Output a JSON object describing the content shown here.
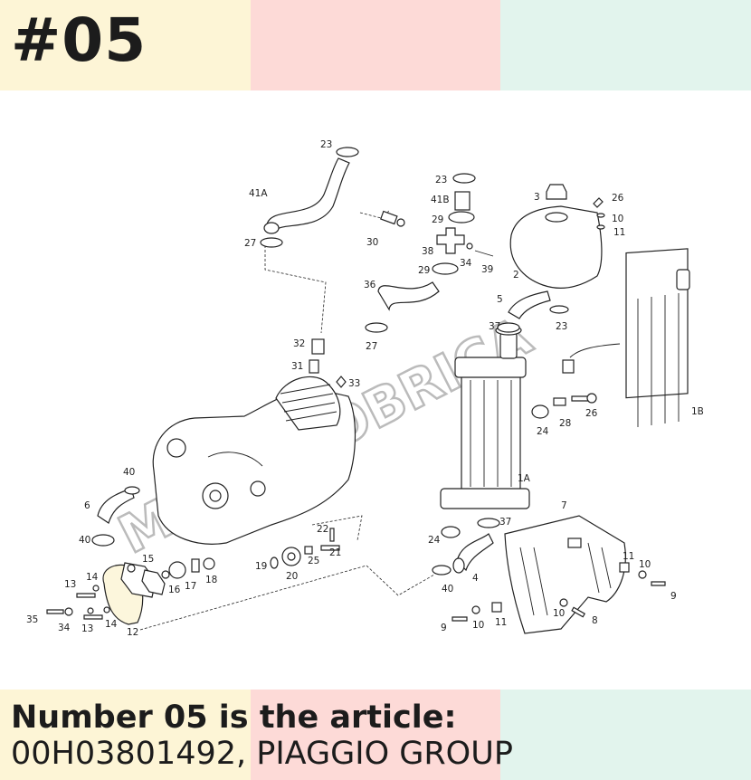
{
  "badge": "#05",
  "caption": {
    "line1": "Number 05 is the article:",
    "line2": "00H03801492, PIAGGIO GROUP"
  },
  "watermark": "MOTOMOBRICA",
  "band_colors": [
    "#fdf5d6",
    "#fddad7",
    "#e2f4ed"
  ],
  "labels": {
    "l23a": "23",
    "l41a": "41A",
    "l27a": "27",
    "l30": "30",
    "l23b": "23",
    "l41b": "41B",
    "l29a": "29",
    "l38": "38",
    "l29b": "29",
    "l34a": "34",
    "l39": "39",
    "l3": "3",
    "l26a": "26",
    "l10a": "10",
    "l11a": "11",
    "l2": "2",
    "l36": "36",
    "l27b": "27",
    "l5": "5",
    "l23c": "23",
    "l37a": "37",
    "l32": "32",
    "l31": "31",
    "l33": "33",
    "l1a": "1A",
    "l1b": "1B",
    "l24a": "24",
    "l28": "28",
    "l26b": "26",
    "l40a": "40",
    "l6": "6",
    "l40b": "40",
    "l15": "15",
    "l16": "16",
    "l17": "17",
    "l18": "18",
    "l13a": "13",
    "l14a": "14",
    "l35": "35",
    "l34b": "34",
    "l13b": "13",
    "l14b": "14",
    "l12": "12",
    "l22": "22",
    "l21": "21",
    "l19": "19",
    "l20": "20",
    "l25": "25",
    "l24b": "24",
    "l37b": "37",
    "l4": "4",
    "l40c": "40",
    "l7": "7",
    "l11b": "11",
    "l10b": "10",
    "l9a": "9",
    "l9b": "9",
    "l10c": "10",
    "l11c": "11",
    "l10d": "10",
    "l8": "8"
  }
}
